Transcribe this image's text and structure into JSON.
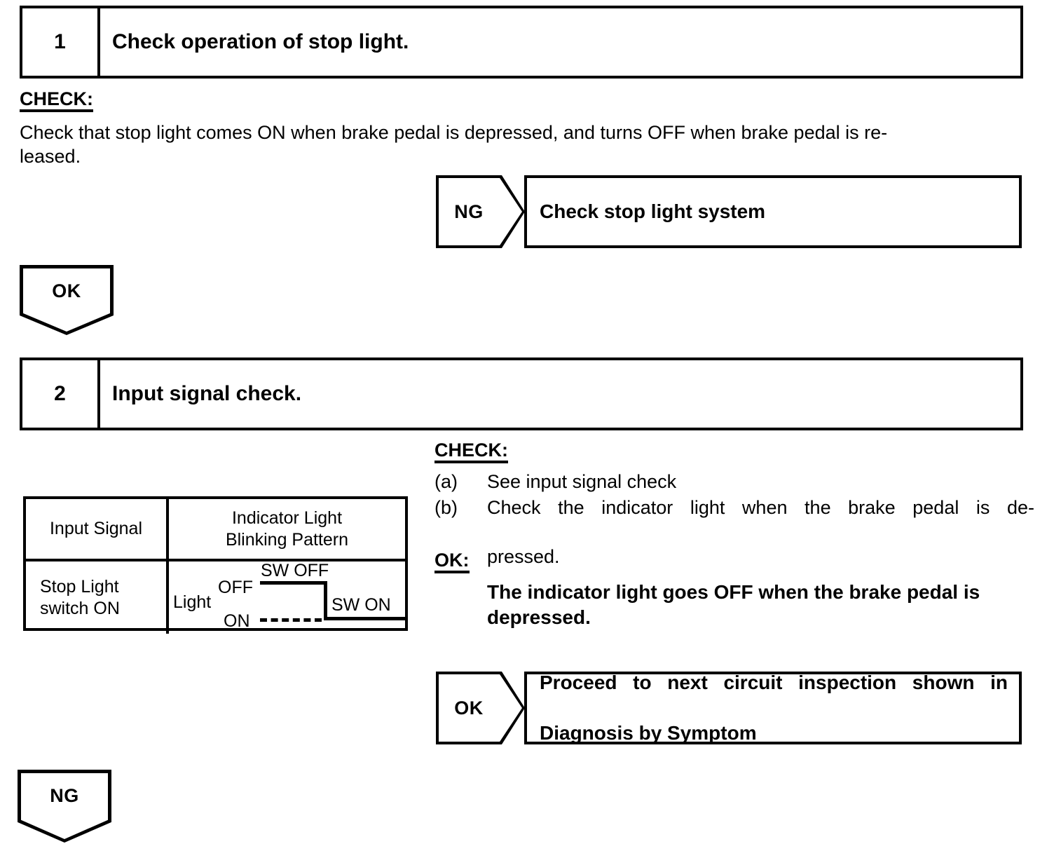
{
  "steps": [
    {
      "number": "1",
      "title": "Check operation of stop light."
    },
    {
      "number": "2",
      "title": "Input signal check."
    }
  ],
  "step1_check": {
    "heading": "CHECK:",
    "line1": "Check that stop light comes ON when brake pedal is depressed, and turns OFF when brake pedal is re-",
    "line2": "leased."
  },
  "branches": {
    "ng_tag": "NG",
    "ok_tag": "OK",
    "ng_action_step1": "Check stop light system",
    "ok_action_step2_line1": "Proceed to next circuit inspection shown in",
    "ok_action_step2_line2": "Diagnosis by Symptom"
  },
  "step2_check": {
    "heading": "CHECK:",
    "items": [
      {
        "marker": "(a)",
        "text": "See input signal check"
      },
      {
        "marker": "(b)",
        "text_line1": "Check the indicator light when the brake pedal is de-",
        "text_line2": "pressed."
      }
    ],
    "ok_heading": "OK:",
    "ok_line1": "The indicator light goes OFF when the brake pedal is",
    "ok_line2": "depressed."
  },
  "pattern_table": {
    "headers": {
      "col1": "Input Signal",
      "col2_line1": "Indicator Light",
      "col2_line2": "Blinking Pattern"
    },
    "row": {
      "col1_line1": "Stop Light",
      "col1_line2": "switch ON"
    },
    "waveform": {
      "axis_label": "Light",
      "level_high": "OFF",
      "level_low": "ON",
      "state_high": "SW OFF",
      "state_low": "SW ON",
      "description": "Light is OFF while switch is OFF, then transitions to ON level when switch turns ON"
    }
  },
  "colors": {
    "ink": "#000000",
    "paper": "#ffffff"
  }
}
